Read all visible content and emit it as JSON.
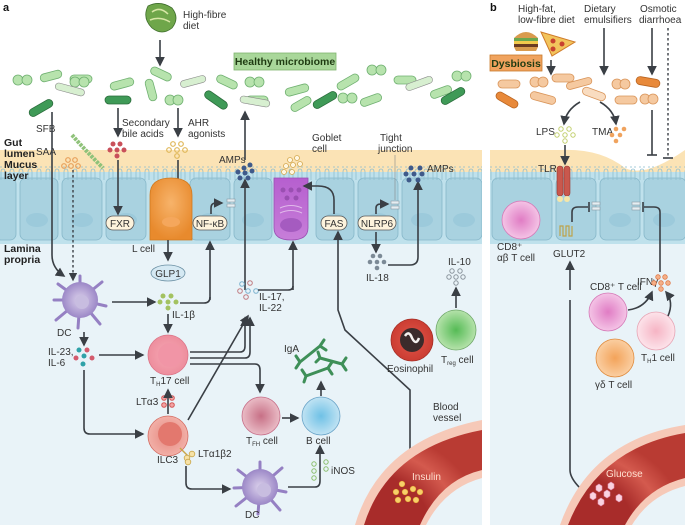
{
  "panels": {
    "a": "a",
    "b": "b"
  },
  "layers": {
    "gut_lumen": [
      "Gut",
      "lumen"
    ],
    "mucus_layer": [
      "Mucus",
      "layer"
    ],
    "lamina_propria": [
      "Lamina",
      "propria"
    ]
  },
  "panel_a": {
    "diet": [
      "High-fibre",
      "diet"
    ],
    "microbiome_box": "Healthy microbiome",
    "labels": {
      "sfb": "SFB",
      "saa": "SAA",
      "secondary_bile_acids": [
        "Secondary",
        "bile acids"
      ],
      "ahr_agonists": [
        "AHR",
        "agonists"
      ],
      "amps_left": "AMPs",
      "goblet_cell": [
        "Goblet",
        "cell"
      ],
      "tight_junction": [
        "Tight",
        "junction"
      ],
      "amps_right": "AMPs",
      "fxr": "FXR",
      "l_cell": "L cell",
      "nfkb": "NF-κB",
      "fas": "FAS",
      "nlrp6": "NLRP6",
      "glp1": "GLP1",
      "il18": "IL-18",
      "il10": "IL-10",
      "dc_top": "DC",
      "il1b": "IL-1β",
      "il17_22": [
        "IL-17,",
        "IL-22"
      ],
      "il23_6": [
        "IL-23,",
        "IL-6"
      ],
      "th17": "T",
      "th17_sub": "H",
      "th17_rest": "17 cell",
      "lta3": "LTα3",
      "ilc3": "ILC3",
      "lta1b2": "LTα1β2",
      "tfh": "T",
      "tfh_sub": "FH",
      "tfh_rest": " cell",
      "b_cell": "B cell",
      "iga": "IgA",
      "dc_bottom": "DC",
      "inos": "iNOS",
      "eosinophil": "Eosinophil",
      "treg": "T",
      "treg_sub": "reg",
      "treg_rest": " cell",
      "blood_vessel": [
        "Blood",
        "vessel"
      ],
      "insulin": "Insulin"
    }
  },
  "panel_b": {
    "diet": [
      "High-fat,",
      "low-fibre diet"
    ],
    "emulsifiers": [
      "Dietary",
      "emulsifiers"
    ],
    "diarrhoea": [
      "Osmotic",
      "diarrhoea"
    ],
    "dysbiosis_box": "Dysbiosis",
    "labels": {
      "lps": "LPS",
      "tma": "TMA",
      "tlr": "TLR",
      "cd8ab": [
        "CD8⁺",
        "αβ T cell"
      ],
      "glut2": "GLUT2",
      "ifng": "IFNγ",
      "cd8t": "CD8⁺ T cell",
      "th1": "T",
      "th1_sub": "H",
      "th1_rest": "1 cell",
      "gdt": "γδ T cell",
      "glucose": "Glucose"
    }
  },
  "colors": {
    "microbe_healthy": "#a8dba0",
    "microbe_dark": "#3a8f4e",
    "microbe_dysbiosis": "#f3c49b",
    "microbe_dysbiosis_dark": "#e8893a",
    "mucus": "#fbe3b5",
    "epithelium": "#bfe1ec",
    "lamina": "#e8f2f7",
    "healthy_box": "#a9d79a",
    "dysbiosis_box": "#f0a35e",
    "blood": "#c7463c"
  }
}
